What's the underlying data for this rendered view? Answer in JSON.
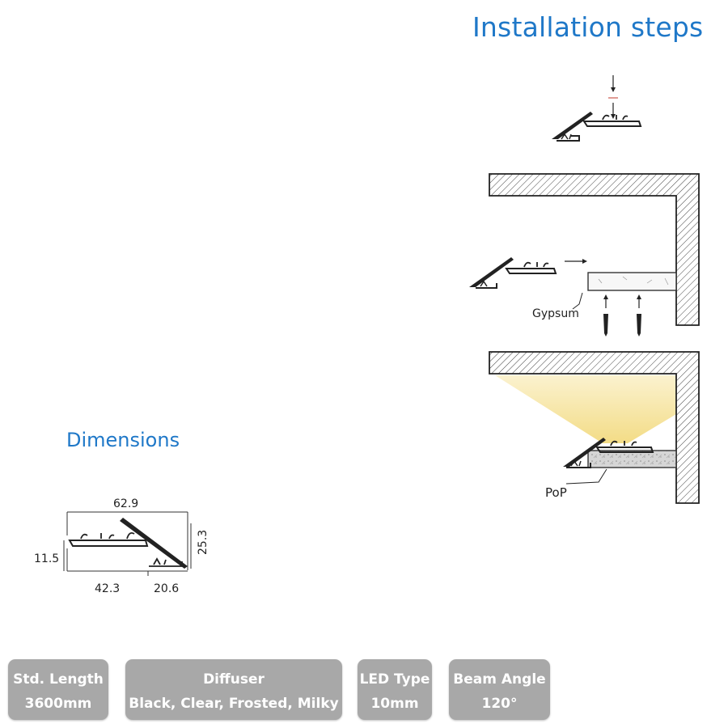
{
  "installation": {
    "title": "Installation steps",
    "label_gypsum": "Gypsum",
    "label_pop": "PoP"
  },
  "dimensions": {
    "title": "Dimensions",
    "width_total": "62.9",
    "height_total": "25.3",
    "height_left": "11.5",
    "width_left": "42.3",
    "width_right": "20.6"
  },
  "specs": [
    {
      "label": "Std. Length",
      "value": "3600mm"
    },
    {
      "label": "Diffuser",
      "value": "Black, Clear, Frosted, Milky"
    },
    {
      "label": "LED Type",
      "value": "10mm"
    },
    {
      "label": "Beam Angle",
      "value": "120°"
    }
  ],
  "colors": {
    "heading": "#1f78c8",
    "spec_box": "#a8a8a8",
    "light_beam": "#f6e3a0"
  }
}
